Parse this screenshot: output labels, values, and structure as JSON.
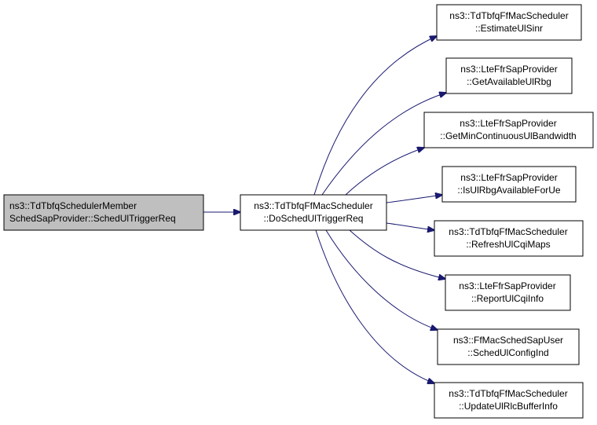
{
  "colors": {
    "edge": "#191970",
    "node_fill": "#ffffff",
    "source_fill": "#bfbfbf",
    "border": "#000000"
  },
  "nodes": {
    "source": {
      "lines": [
        "ns3::TdTbfqSchedulerMember",
        "SchedSapProvider::SchedUlTriggerReq"
      ]
    },
    "main": {
      "lines": [
        "ns3::TdTbfqFfMacScheduler",
        "::DoSchedUlTriggerReq"
      ]
    },
    "callees": [
      {
        "lines": [
          "ns3::TdTbfqFfMacScheduler",
          "::EstimateUlSinr"
        ]
      },
      {
        "lines": [
          "ns3::LteFfrSapProvider",
          "::GetAvailableUlRbg"
        ]
      },
      {
        "lines": [
          "ns3::LteFfrSapProvider",
          "::GetMinContinuousUlBandwidth"
        ]
      },
      {
        "lines": [
          "ns3::LteFfrSapProvider",
          "::IsUlRbgAvailableForUe"
        ]
      },
      {
        "lines": [
          "ns3::TdTbfqFfMacScheduler",
          "::RefreshUlCqiMaps"
        ]
      },
      {
        "lines": [
          "ns3::LteFfrSapProvider",
          "::ReportUlCqiInfo"
        ]
      },
      {
        "lines": [
          "ns3::FfMacSchedSapUser",
          "::SchedUlConfigInd"
        ]
      },
      {
        "lines": [
          "ns3::TdTbfqFfMacScheduler",
          "::UpdateUlRlcBufferInfo"
        ]
      }
    ]
  }
}
